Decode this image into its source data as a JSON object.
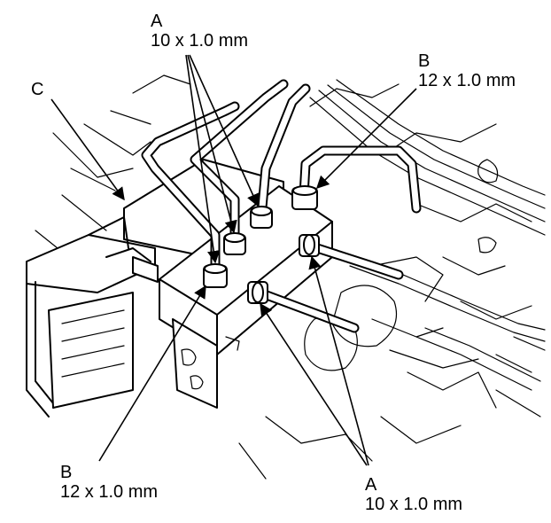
{
  "callouts": {
    "a_top": {
      "letter": "A",
      "size": "10 x 1.0 mm"
    },
    "b_top": {
      "letter": "B",
      "size": "12 x 1.0 mm"
    },
    "c_unit": {
      "letter": "C"
    },
    "b_bottom": {
      "letter": "B",
      "size": "12 x 1.0 mm"
    },
    "a_bottom": {
      "letter": "A",
      "size": "10 x 1.0 mm"
    }
  }
}
